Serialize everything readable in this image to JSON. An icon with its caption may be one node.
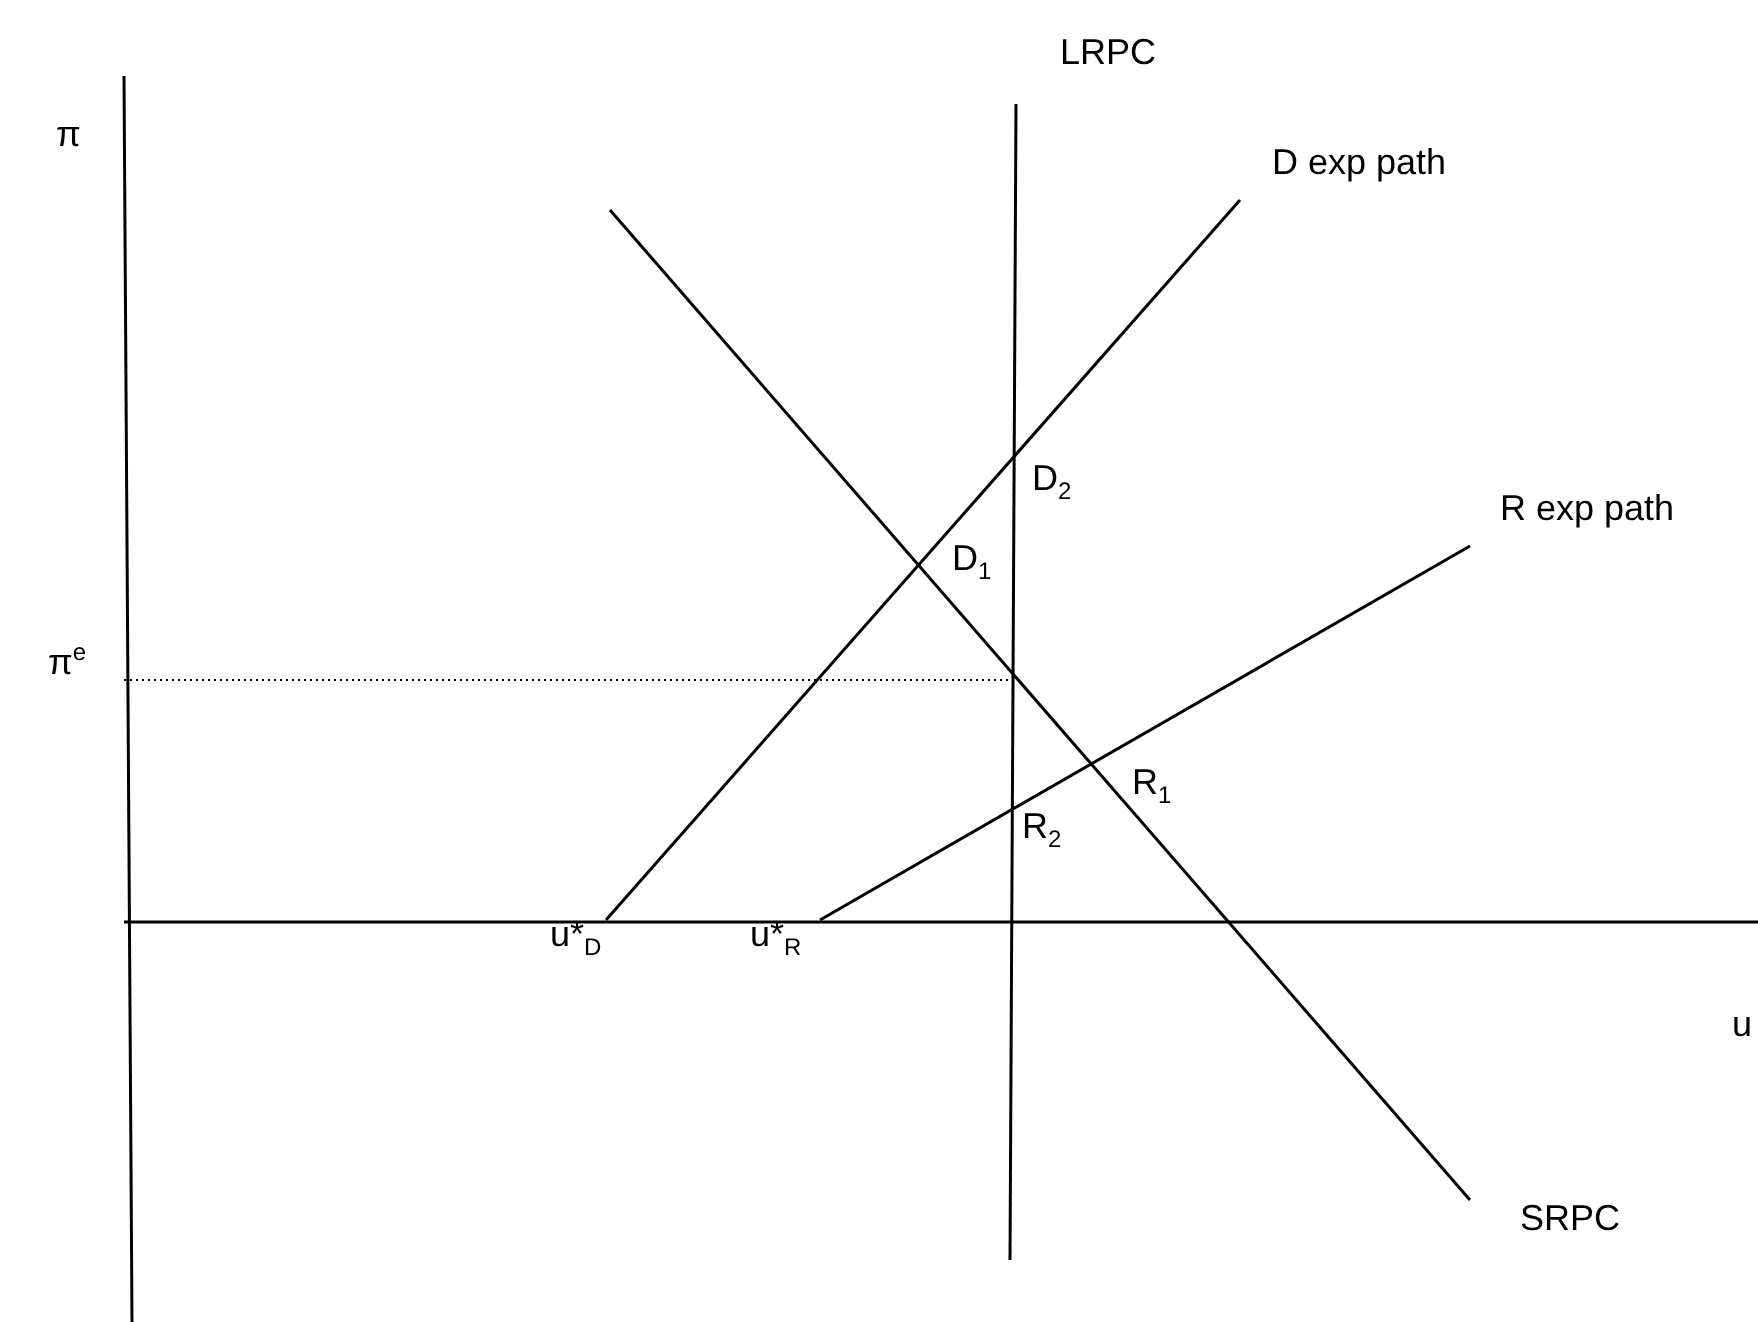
{
  "diagram": {
    "labels": [
      "π",
      "LRPC",
      "D exp path",
      "D$_{1}$",
      "D$_{2}$",
      "R exp path",
      "π$^{e}$",
      "R$_{1}$",
      "R$_{2}$",
      "u*$_{D}$",
      "u*$_{R}$",
      "u",
      "SRPC"
    ]
  }
}
